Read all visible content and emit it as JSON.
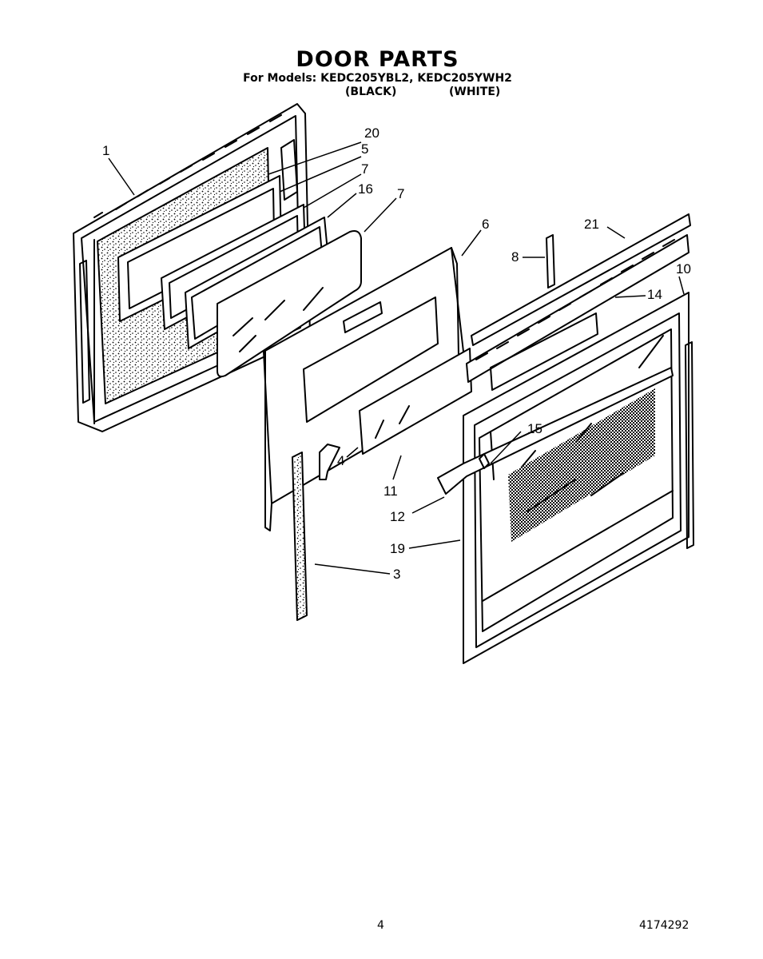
{
  "title": "DOOR PARTS",
  "models_line": "For Models: KEDC205YBL2, KEDC205YWH2",
  "color_black": "(BLACK)",
  "color_white": "(WHITE)",
  "parts": [
    {
      "id": "p1",
      "label": "1"
    },
    {
      "id": "p20",
      "label": "20"
    },
    {
      "id": "p5",
      "label": "5"
    },
    {
      "id": "p7a",
      "label": "7"
    },
    {
      "id": "p16",
      "label": "16"
    },
    {
      "id": "p7b",
      "label": "7"
    },
    {
      "id": "p6",
      "label": "6"
    },
    {
      "id": "p21",
      "label": "21"
    },
    {
      "id": "p8",
      "label": "8"
    },
    {
      "id": "p10",
      "label": "10"
    },
    {
      "id": "p14",
      "label": "14"
    },
    {
      "id": "p15",
      "label": "15"
    },
    {
      "id": "p4",
      "label": "4"
    },
    {
      "id": "p11",
      "label": "11"
    },
    {
      "id": "p12",
      "label": "12"
    },
    {
      "id": "p19",
      "label": "19"
    },
    {
      "id": "p3",
      "label": "3"
    }
  ],
  "page_number": "4",
  "document_number": "4174292"
}
